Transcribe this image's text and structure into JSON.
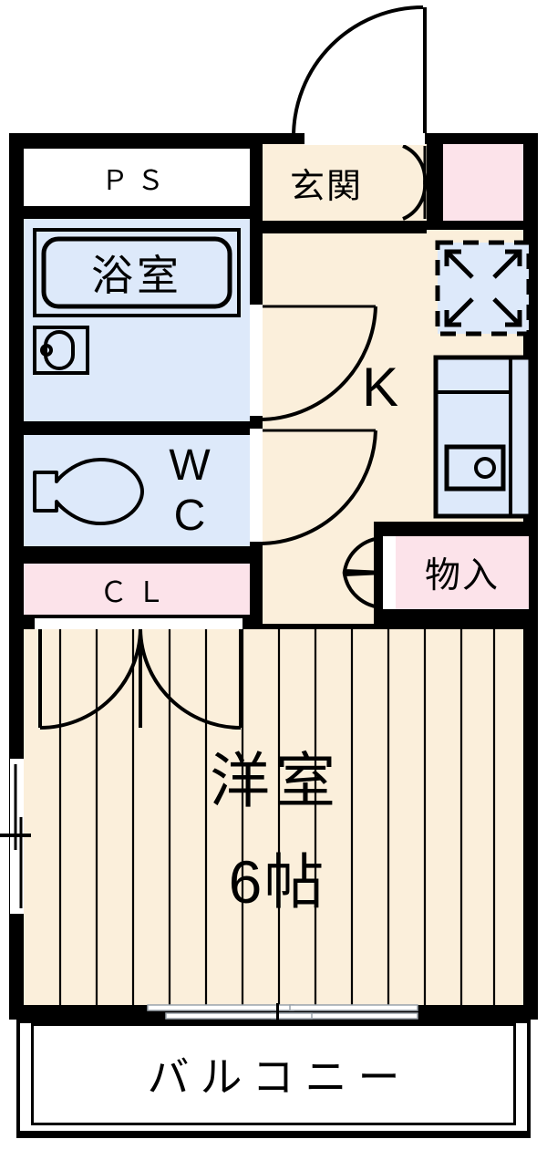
{
  "plan": {
    "type": "japanese-floor-plan",
    "unit_layout": "1K",
    "colors": {
      "wall": "#000000",
      "floor_cream": "#fbefdb",
      "water_area_blue": "#dde9fa",
      "closet_pink": "#fce3ea",
      "shaft_white": "#ffffff",
      "background": "#ffffff"
    }
  },
  "rooms": {
    "pipe_shaft": {
      "label": "ＰＳ"
    },
    "bathroom": {
      "label": "浴室"
    },
    "toilet": {
      "label_line1": "W",
      "label_line2": "C"
    },
    "closet": {
      "label": "ＣＬ"
    },
    "entrance": {
      "label": "玄関"
    },
    "kitchen": {
      "label": "K"
    },
    "storage": {
      "label": "物入"
    },
    "main_room": {
      "label": "洋室",
      "size": "6帖"
    },
    "balcony": {
      "label": "バルコニー"
    }
  },
  "fixtures": {
    "bathtub": "bathtub-symbol",
    "vanity_sink": "washbasin-symbol",
    "toilet_bowl": "toilet-symbol",
    "washing_machine_space": "washing-machine-space-symbol",
    "kitchen_sink": "kitchen-sink-symbol",
    "entrance_door": "entry-door-swing",
    "bath_door": "door-swing",
    "wc_door": "door-swing",
    "storage_door": "folding-door",
    "closet_doors": "double-door-swing",
    "balcony_door": "sliding-glass-door",
    "side_window": "sliding-window"
  }
}
